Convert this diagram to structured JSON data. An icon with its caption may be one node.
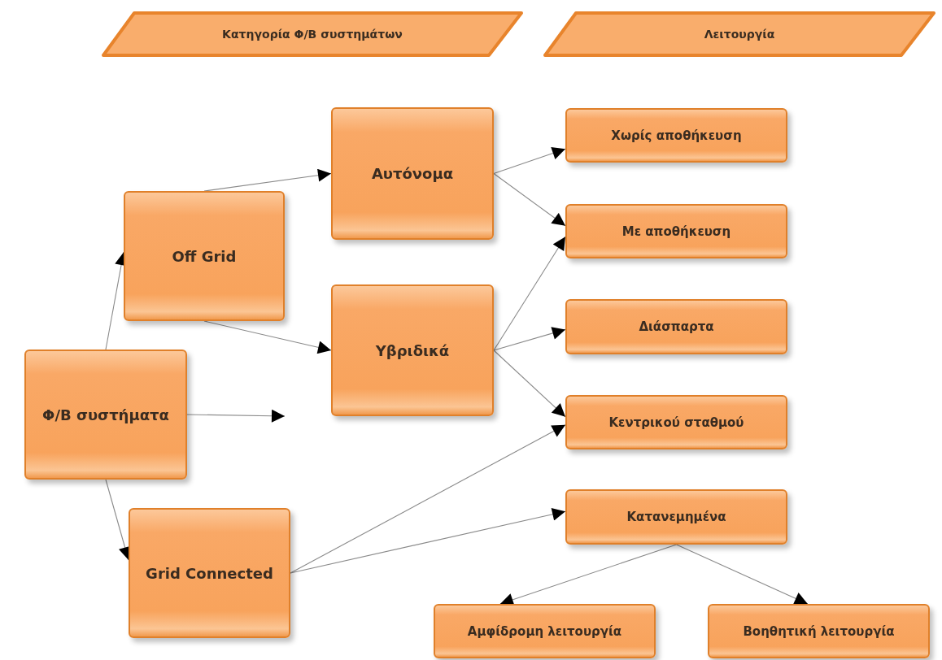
{
  "diagram": {
    "nodes": [
      {
        "text": [
          "Κατηγορία Φ/Β συστημάτων"
        ]
      },
      {
        "text": [
          "Λειτουργία"
        ]
      },
      {
        "text": [
          "Φ/Β συστήματα"
        ]
      },
      {
        "text": [
          "Off Grid"
        ]
      },
      {
        "text": [
          "Grid Connected"
        ]
      },
      {
        "text": [
          "Αυτόνομα"
        ]
      },
      {
        "text": [
          "Υβριδικά"
        ]
      },
      {
        "text": [
          "Χωρίς αποθήκευση"
        ]
      },
      {
        "text": [
          "Με αποθήκευση"
        ]
      },
      {
        "text": [
          "Διάσπαρτα"
        ]
      },
      {
        "text": [
          "Κεντρικού σταθμού"
        ]
      },
      {
        "text": [
          "Κατανεμημένα"
        ]
      },
      {
        "text": [
          "Αμφίδρομη λειτουργία"
        ]
      },
      {
        "text": [
          "Βοηθητική λειτουργία"
        ]
      }
    ],
    "edges": [
      {
        "from": 2,
        "to": 3,
        "arrow": "to"
      },
      {
        "from": 2,
        "to": 4,
        "arrow": "to"
      },
      {
        "from": 2,
        "to": null,
        "arrow": "to"
      },
      {
        "from": 3,
        "to": 5,
        "arrow": "to"
      },
      {
        "from": 3,
        "to": 6,
        "arrow": "to"
      },
      {
        "from": 5,
        "to": 7,
        "arrow": "to"
      },
      {
        "from": 5,
        "to": 8,
        "arrow": "to"
      },
      {
        "from": 6,
        "to": 8,
        "arrow": "to"
      },
      {
        "from": 6,
        "to": 9,
        "arrow": "to"
      },
      {
        "from": 6,
        "to": 10,
        "arrow": "to"
      },
      {
        "from": 4,
        "to": 10,
        "arrow": "to"
      },
      {
        "from": 4,
        "to": 11,
        "arrow": "to"
      },
      {
        "from": 11,
        "to": 12,
        "arrow": "to"
      },
      {
        "from": 11,
        "to": 13,
        "arrow": "to"
      }
    ]
  }
}
